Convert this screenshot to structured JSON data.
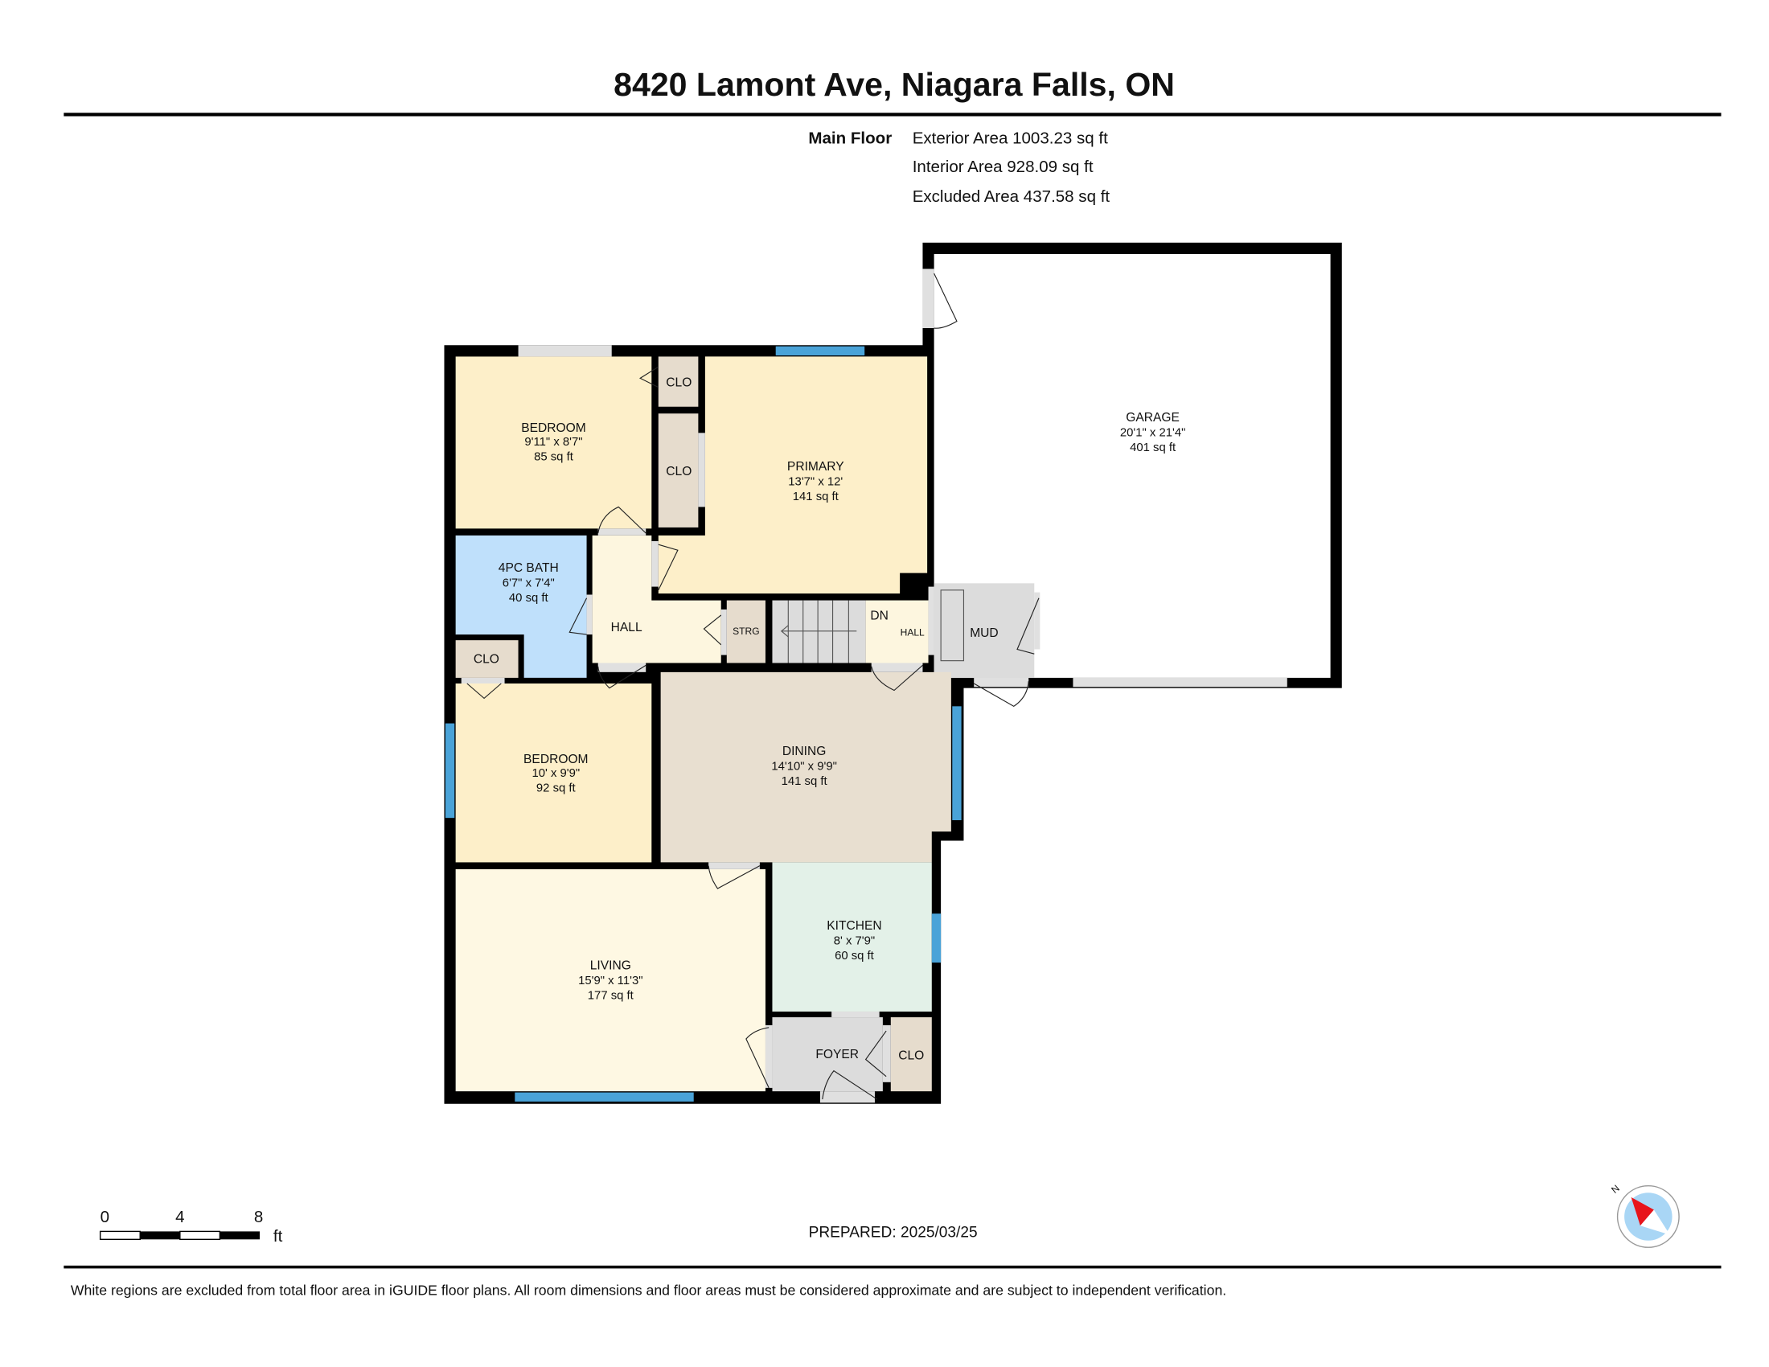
{
  "title": "8420 Lamont Ave, Niagara Falls, ON",
  "floor": {
    "name": "Main Floor",
    "exterior_area": "Exterior Area 1003.23 sq ft",
    "interior_area": "Interior Area 928.09 sq ft",
    "excluded_area": "Excluded Area 437.58 sq ft"
  },
  "rooms": {
    "bedroom1": {
      "name": "BEDROOM",
      "dims": "9'11\" x 8'7\"",
      "area": "85 sq ft"
    },
    "primary": {
      "name": "PRIMARY",
      "dims": "13'7\" x 12'",
      "area": "141 sq ft"
    },
    "garage": {
      "name": "GARAGE",
      "dims": "20'1\" x 21'4\"",
      "area": "401 sq ft"
    },
    "bath": {
      "name": "4PC BATH",
      "dims": "6'7\" x 7'4\"",
      "area": "40 sq ft"
    },
    "bedroom2": {
      "name": "BEDROOM",
      "dims": "10' x 9'9\"",
      "area": "92 sq ft"
    },
    "dining": {
      "name": "DINING",
      "dims": "14'10\" x 9'9\"",
      "area": "141 sq ft"
    },
    "kitchen": {
      "name": "KITCHEN",
      "dims": "8' x 7'9\"",
      "area": "60 sq ft"
    },
    "living": {
      "name": "LIVING",
      "dims": "15'9\" x 11'3\"",
      "area": "177 sq ft"
    }
  },
  "labels": {
    "clo": "CLO",
    "hall": "HALL",
    "strg": "STRG",
    "dn": "DN",
    "mud": "MUD",
    "foyer": "FOYER"
  },
  "scale": {
    "t0": "0",
    "t4": "4",
    "t8": "8",
    "unit": "ft"
  },
  "compass": {
    "north": "N"
  },
  "prepared": "PREPARED: 2025/03/25",
  "disclaimer": "White regions are excluded from total floor area in iGUIDE floor plans. All room dimensions and floor areas must be considered approximate and are subject to independent verification.",
  "colors": {
    "wall": "#000000",
    "bedroom": "#fdefc9",
    "primary": "#fdefc9",
    "bath": "#bfe0fb",
    "closet": "#e6dccd",
    "hall": "#fdf6df",
    "dining": "#e8dfd0",
    "kitchen": "#e3f1e8",
    "living": "#fef8e3",
    "utility": "#dcdcdc",
    "window": "#4aa3d8"
  }
}
